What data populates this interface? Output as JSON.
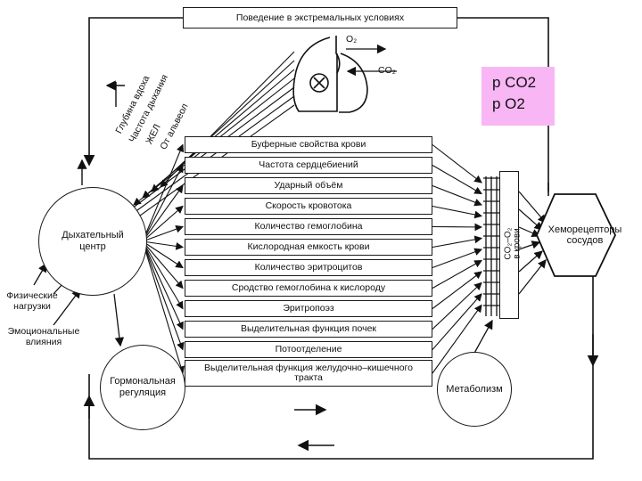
{
  "top_box": "Поведение в экстремальных условиях",
  "gas": {
    "o2": "O₂",
    "co2": "CO₂"
  },
  "diagonal_labels": [
    "Глубина вдоха",
    "Частота дыхания",
    "ЖЕЛ",
    "От альвеол"
  ],
  "factors": [
    "Буферные свойства крови",
    "Частота сердцебиений",
    "Ударный объём",
    "Скорость кровотока",
    "Количество гемоглобина",
    "Кислородная емкость крови",
    "Количество эритроцитов",
    "Сродство гемоглобина к кислороду",
    "Эритропоэз",
    "Выделительная функция почек",
    "Потоотделение",
    "Выделительная функция желудочно–кишечного тракта"
  ],
  "respiratory_center": "Дыхательный центр",
  "hormonal": "Гормональная регуляция",
  "metabolism": "Метаболизм",
  "chemoreceptors": "Хеморецепторы сосудов",
  "blood_gas": {
    "top": "CO₂–O₂",
    "bottom": "в крови"
  },
  "physical_load": "Физические нагрузки",
  "emotional": "Эмоциональные влияния",
  "partial_pressure": [
    "p CO2",
    "p O2"
  ]
}
